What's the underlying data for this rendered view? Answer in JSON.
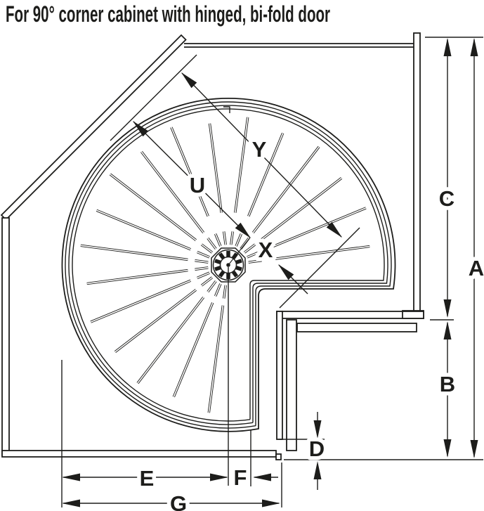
{
  "title": "For 90° corner cabinet with hinged, bi-fold door",
  "diagram": {
    "description": "Plan view of a kidney-shaped revolving tray inside a 90-degree corner cabinet with hinged bi-fold door",
    "colors": {
      "line": "#1d1d1b",
      "background": "#ffffff"
    }
  },
  "dimensions": {
    "A": "A",
    "B": "B",
    "C": "C",
    "D": "D",
    "E": "E",
    "F": "F",
    "G": "G",
    "U": "U",
    "X": "X",
    "Y": "Y"
  }
}
